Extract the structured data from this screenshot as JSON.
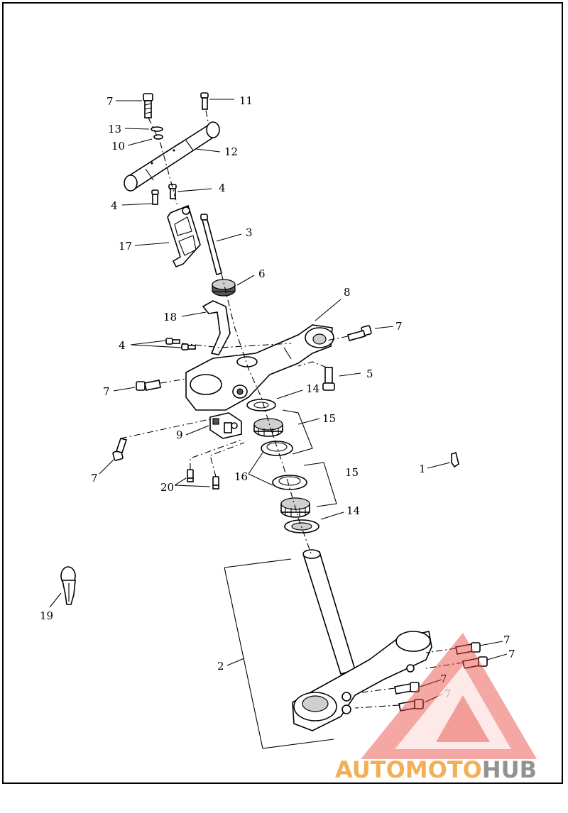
{
  "callouts": [
    "7",
    "11",
    "13",
    "10",
    "12",
    "4",
    "4",
    "17",
    "3",
    "6",
    "18",
    "8",
    "7",
    "4",
    "5",
    "7",
    "14",
    "15",
    "9",
    "7",
    "16",
    "15",
    "20",
    "14",
    "1",
    "19",
    "2",
    "7",
    "7",
    "7",
    "7"
  ],
  "watermark": {
    "brand_part1": "AUTO",
    "brand_part2": "MOTO",
    "brand_part3": "HUB",
    "color_primary": "#f0a23a",
    "color_secondary": "#808080",
    "triangle_color": "#e8413a"
  }
}
